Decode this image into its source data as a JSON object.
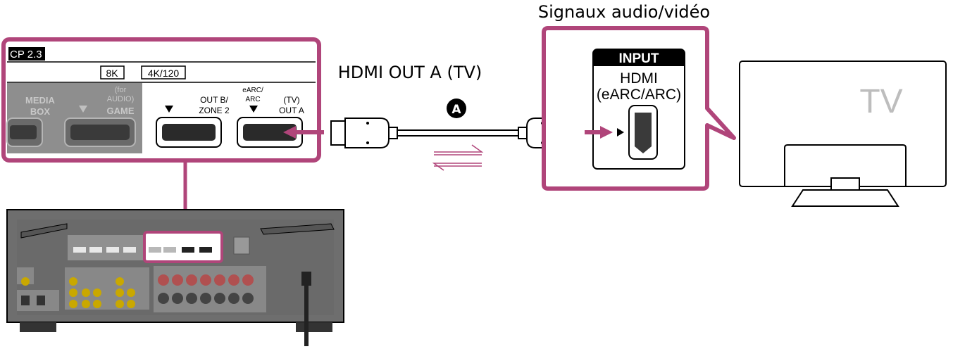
{
  "title": "Signaux audio/vidéo",
  "cable_label": "HDMI OUT A (TV)",
  "cable_marker": "A",
  "panel": {
    "hdcp": "CP 2.3",
    "badge_8k": "8K",
    "badge_4k": "4K/120",
    "port_media_box": [
      "MEDIA",
      "BOX"
    ],
    "port_game_note": [
      "(for",
      "AUDIO)"
    ],
    "port_game": "GAME",
    "port_out_b": [
      "OUT B/",
      "ZONE 2"
    ],
    "port_earc_note": [
      "eARC/",
      "ARC"
    ],
    "port_out_a": [
      "(TV)",
      "OUT A"
    ]
  },
  "tv_input": {
    "header": "INPUT",
    "line1": "HDMI",
    "line2": "(eARC/ARC)"
  },
  "tv_label": "TV",
  "colors": {
    "accent": "#b0457a",
    "panel_gray": "#8e8e8e",
    "receiver_gray": "#6e6e6e"
  }
}
